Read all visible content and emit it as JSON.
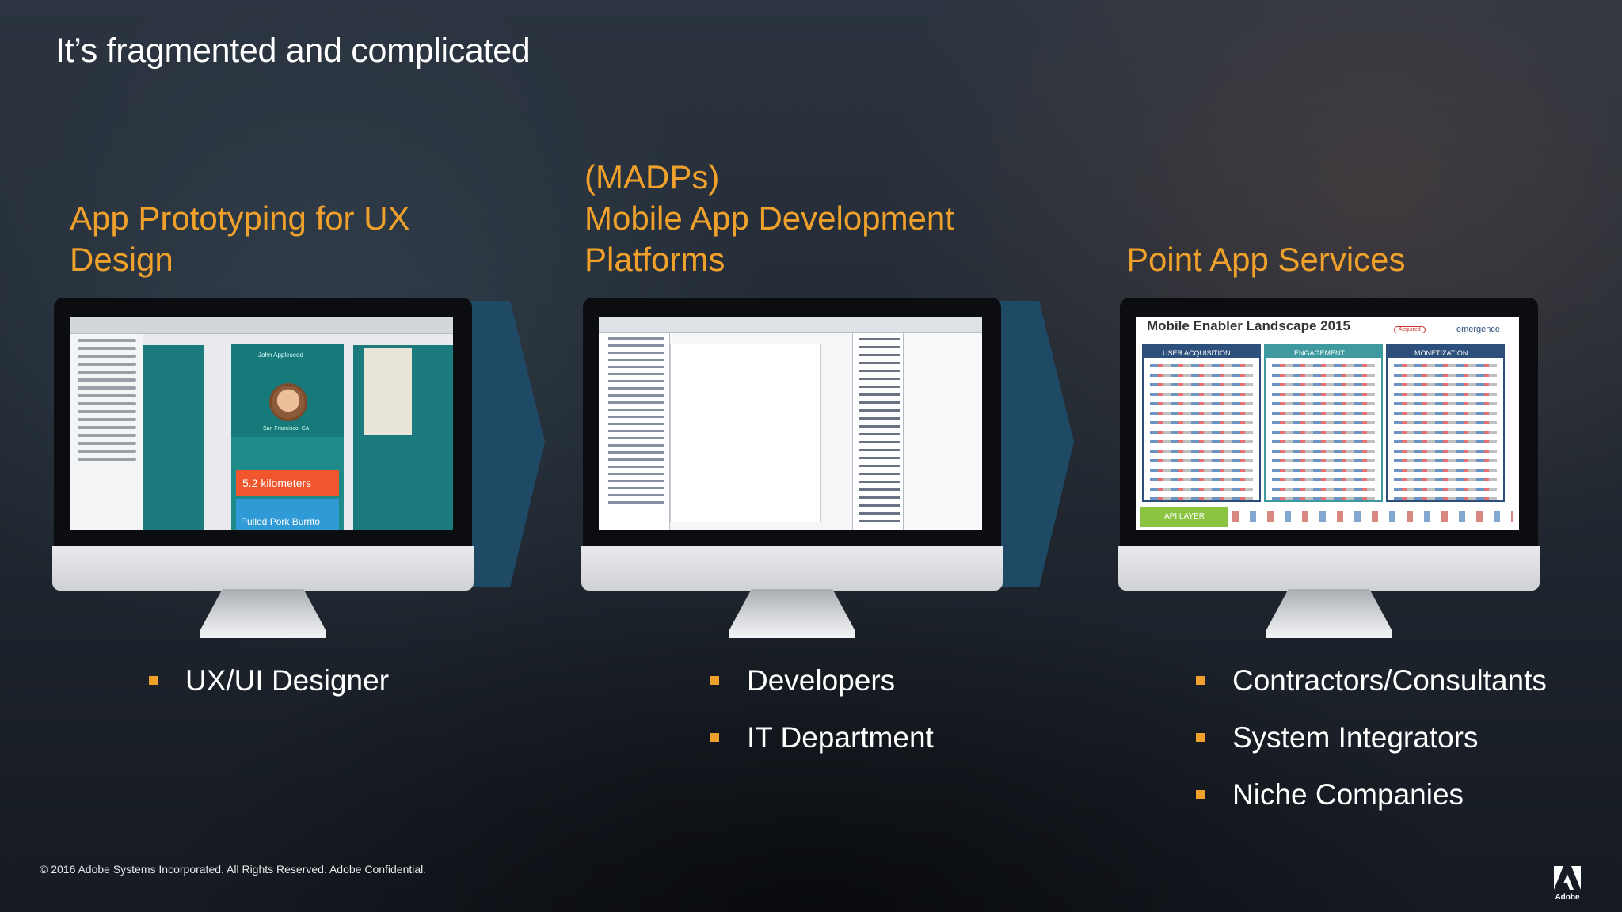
{
  "slide": {
    "title": "It’s fragmented and complicated",
    "footer": "© 2016 Adobe Systems Incorporated.  All Rights Reserved.  Adobe Confidential.",
    "logo_text": "Adobe",
    "accent_color": "#f0a12c"
  },
  "columns": [
    {
      "heading": "App Prototyping for UX\nDesign",
      "screen": {
        "name": "John Appleseed",
        "city": "San Francisco, CA",
        "distance": "5.2 kilometers",
        "item": "Pulled Pork Burrito"
      },
      "bullets": [
        "UX/UI Designer"
      ]
    },
    {
      "heading": "(MADPs)\nMobile App Development\nPlatforms",
      "bullets": [
        "Developers",
        "IT Department"
      ]
    },
    {
      "heading": "Point  App Services",
      "screen": {
        "title": "Mobile Enabler Landscape 2015",
        "badge": "Acquired",
        "brand": "emergence",
        "sections": [
          "USER ACQUISITION",
          "ENGAGEMENT",
          "MONETIZATION"
        ],
        "layer": "API LAYER"
      },
      "bullets": [
        "Contractors/Consultants",
        "System Integrators",
        "Niche Companies"
      ]
    }
  ]
}
